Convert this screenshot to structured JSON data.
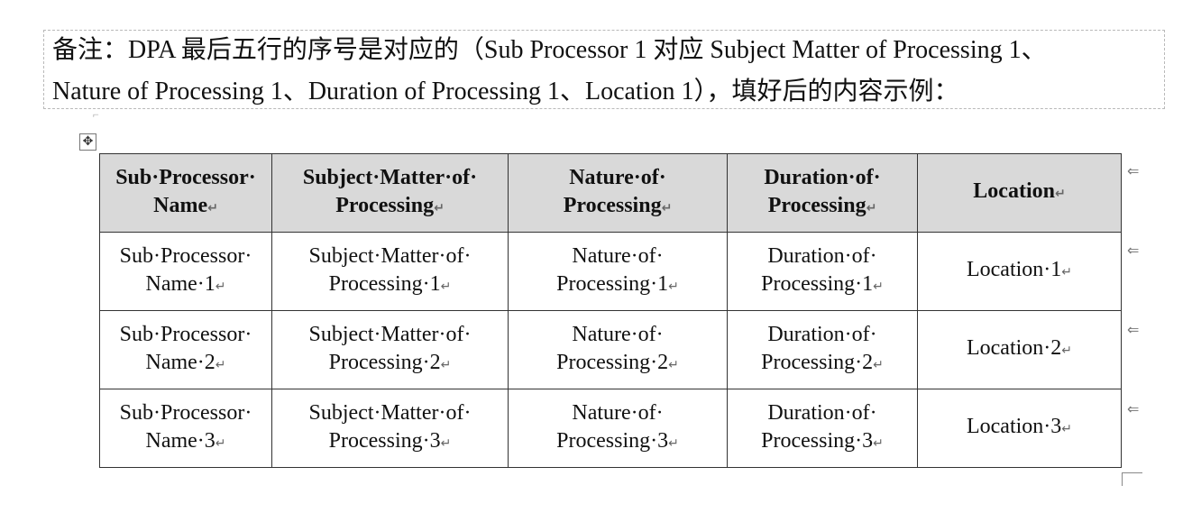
{
  "note": {
    "line1": "备注：DPA 最后五行的序号是对应的（Sub Processor 1 对应 Subject Matter of Processing 1、",
    "line2": "Nature of Processing 1、Duration of Processing 1、Location 1），填好后的内容示例："
  },
  "table": {
    "headers": [
      {
        "line1": "Sub·Processor·",
        "line2": "Name"
      },
      {
        "line1": "Subject·Matter·of·",
        "line2": "Processing"
      },
      {
        "line1": "Nature·of·",
        "line2": "Processing"
      },
      {
        "line1": "Duration·of·",
        "line2": "Processing"
      },
      {
        "line1": "Location",
        "line2": ""
      }
    ],
    "rows": [
      [
        {
          "line1": "Sub·Processor·",
          "line2": "Name·1"
        },
        {
          "line1": "Subject·Matter·of·",
          "line2": "Processing·1"
        },
        {
          "line1": "Nature·of·",
          "line2": "Processing·1"
        },
        {
          "line1": "Duration·of·",
          "line2": "Processing·1"
        },
        {
          "line1": "Location·1",
          "line2": ""
        }
      ],
      [
        {
          "line1": "Sub·Processor·",
          "line2": "Name·2"
        },
        {
          "line1": "Subject·Matter·of·",
          "line2": "Processing·2"
        },
        {
          "line1": "Nature·of·",
          "line2": "Processing·2"
        },
        {
          "line1": "Duration·of·",
          "line2": "Processing·2"
        },
        {
          "line1": "Location·2",
          "line2": ""
        }
      ],
      [
        {
          "line1": "Sub·Processor·",
          "line2": "Name·3"
        },
        {
          "line1": "Subject·Matter·of·",
          "line2": "Processing·3"
        },
        {
          "line1": "Nature·of·",
          "line2": "Processing·3"
        },
        {
          "line1": "Duration·of·",
          "line2": "Processing·3"
        },
        {
          "line1": "Location·3",
          "line2": ""
        }
      ]
    ]
  },
  "marks": {
    "cell_end": "↵",
    "row_end": "⇐",
    "move_handle": "✥"
  }
}
